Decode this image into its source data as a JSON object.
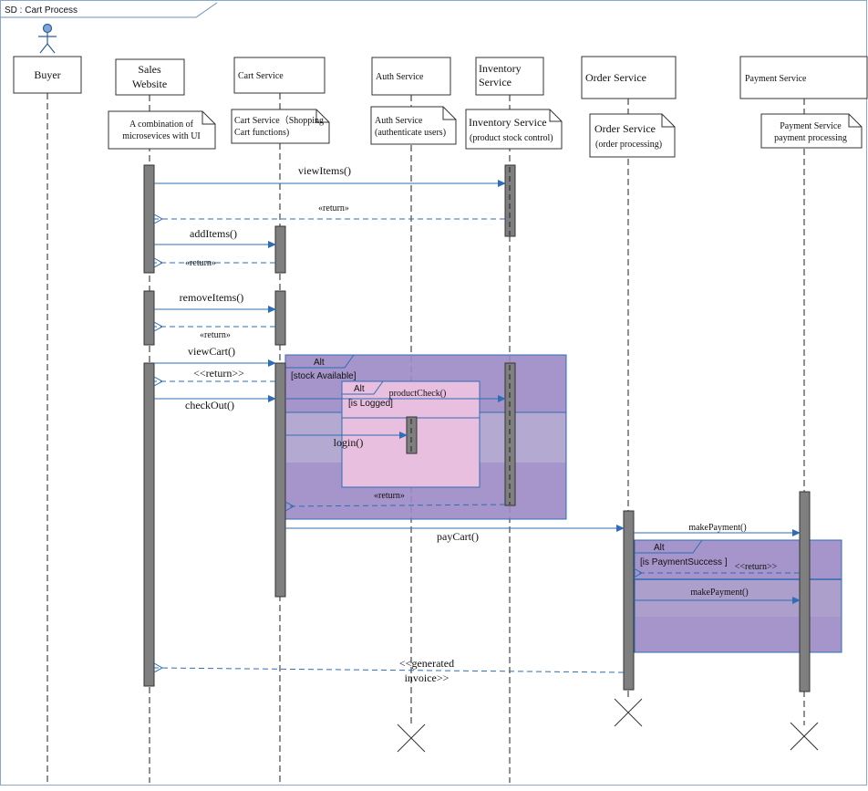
{
  "frame": {
    "title": "SD : Cart Process"
  },
  "participants": [
    {
      "id": "buyer",
      "lines": [
        "Buyer"
      ],
      "actor": true
    },
    {
      "id": "sales",
      "lines": [
        "Sales",
        "Website"
      ]
    },
    {
      "id": "cart",
      "lines": [
        "Cart Service"
      ]
    },
    {
      "id": "auth",
      "lines": [
        "Auth Service"
      ]
    },
    {
      "id": "inventory",
      "lines": [
        "Inventory",
        "Service"
      ]
    },
    {
      "id": "order",
      "lines": [
        "Order Service"
      ]
    },
    {
      "id": "payment",
      "lines": [
        "Payment Service"
      ]
    }
  ],
  "notes": [
    {
      "id": "sales",
      "lines": [
        "A combination of",
        "microsevices with UI"
      ]
    },
    {
      "id": "cart",
      "lines": [
        "Cart Service（Shopping",
        "Cart functions)"
      ]
    },
    {
      "id": "auth",
      "lines": [
        "Auth Service",
        "(authenticate users)"
      ]
    },
    {
      "id": "inventory",
      "lines": [
        "Inventory Service",
        "(product stock control)"
      ]
    },
    {
      "id": "order",
      "lines": [
        "Order Service",
        "(order processing)"
      ]
    },
    {
      "id": "payment",
      "lines": [
        "Payment Service",
        "payment processing"
      ]
    }
  ],
  "messages": [
    {
      "id": "viewItems",
      "label": "viewItems()",
      "type": "sync"
    },
    {
      "id": "ret1",
      "label": "«return»",
      "type": "return"
    },
    {
      "id": "addItems",
      "label": "addItems()",
      "type": "sync"
    },
    {
      "id": "ret2",
      "label": "«return»",
      "type": "return"
    },
    {
      "id": "removeItems",
      "label": "removeItems()",
      "type": "sync"
    },
    {
      "id": "ret3",
      "label": "«return»",
      "type": "return"
    },
    {
      "id": "viewCart",
      "label": "viewCart()",
      "type": "sync"
    },
    {
      "id": "ret4",
      "label": "<<return>>",
      "type": "return"
    },
    {
      "id": "checkOut",
      "label": "checkOut()",
      "type": "sync"
    },
    {
      "id": "productCheck",
      "label": "productCheck()",
      "type": "sync"
    },
    {
      "id": "login",
      "label": "login()",
      "type": "sync"
    },
    {
      "id": "ret5",
      "label": "«return»",
      "type": "return"
    },
    {
      "id": "payCart",
      "label": "payCart()",
      "type": "sync"
    },
    {
      "id": "makePayment1",
      "label": "makePayment()",
      "type": "sync"
    },
    {
      "id": "ret6",
      "label": "<<return>>",
      "type": "return"
    },
    {
      "id": "makePayment2",
      "label": "makePayment()",
      "type": "sync"
    },
    {
      "id": "invoice",
      "lines": [
        "<<generated",
        "invoice>>"
      ],
      "type": "return"
    }
  ],
  "fragments": [
    {
      "id": "alt1",
      "keyword": "Alt",
      "guard": "[stock Available]"
    },
    {
      "id": "alt2",
      "keyword": "Alt",
      "guard": "[is Logged]"
    },
    {
      "id": "alt3",
      "keyword": "Alt",
      "guard": "[is PaymentSuccess ]"
    }
  ],
  "colors": {
    "arrow": "#2f6db5",
    "fragment": "#9c8ac4",
    "inner_fragment": "#e9bfe0",
    "activation": "#7f7f7f"
  }
}
